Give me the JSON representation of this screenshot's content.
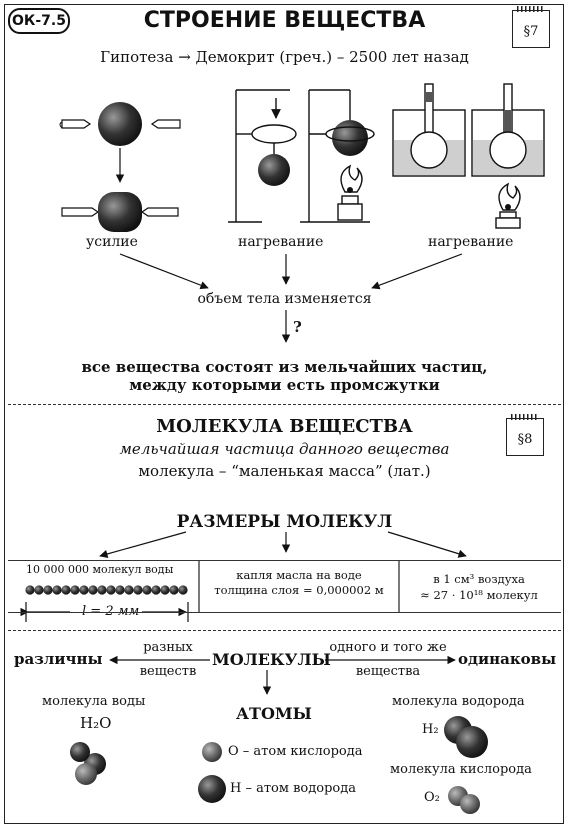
{
  "header": {
    "code": "ОК-7.5",
    "title": "СТРОЕНИЕ ВЕЩЕСТВА",
    "section": "§7",
    "hypothesis": "Гипотеза → Демокрит (греч.) – 2500 лет назад"
  },
  "experiments": {
    "label_force": "усилие",
    "label_heat1": "нагревание",
    "label_heat2": "нагревание",
    "volume_changes": "объем  тела  изменяется",
    "question": "?",
    "conclusion_line1": "все вещества состоят из мельчайших частиц,",
    "conclusion_line2": "между которыми есть промсжутки"
  },
  "molecule": {
    "title": "МОЛЕКУЛА ВЕЩЕСТВА",
    "section": "§8",
    "definition": "мельчайшая частица данного вещества",
    "etymology": "молекула – “маленькая масса” (лат.)"
  },
  "sizes": {
    "title": "РАЗМЕРЫ МОЛЕКУЛ",
    "cell1_text": "10 000 000 молекул воды",
    "cell1_length": "l = 2 мм",
    "cell2_line1": "капля масла на воде",
    "cell2_line2": "толщина слоя = 0,000002 м",
    "cell3_line1": "в 1 см³ воздуха",
    "cell3_line2": "≈ 27 · 10¹⁸ молекул"
  },
  "molecules": {
    "different": "различны",
    "different_cond_line1": "разных",
    "different_cond_line2": "веществ",
    "center": "МОЛЕКУЛЫ",
    "same_cond_line1": "одного и того же",
    "same_cond_line2": "вещества",
    "same": "одинаковы",
    "atoms": "АТОМЫ",
    "water_label": "молекула воды",
    "water_formula": "H₂O",
    "oxygen_atom": "O – атом  кислорода",
    "hydrogen_atom": "H – атом  водорода",
    "hydrogen_mol_label": "молекула водорода",
    "hydrogen_formula": "H₂",
    "oxygen_mol_label": "молекула кислорода",
    "oxygen_formula": "O₂"
  }
}
